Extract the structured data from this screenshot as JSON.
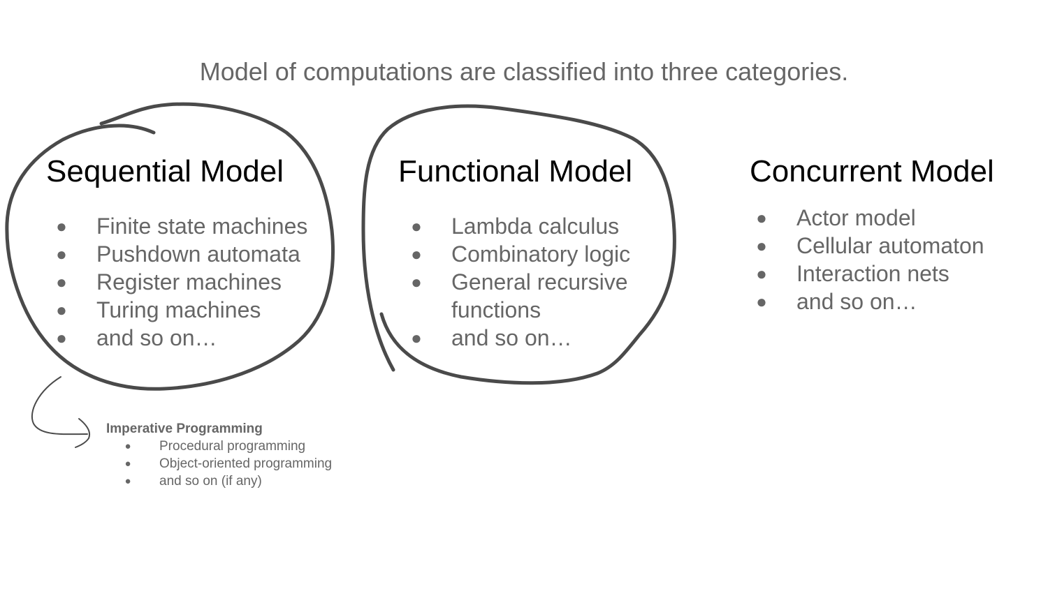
{
  "title": "Model of computations are classified into three categories.",
  "bullet_glyph": "●",
  "models": [
    {
      "heading": "Sequential Model",
      "items": [
        "Finite state machines",
        "Pushdown automata",
        "Register machines",
        "Turing machines",
        "and so on…"
      ]
    },
    {
      "heading": "Functional Model",
      "items": [
        "Lambda calculus",
        "Combinatory logic",
        "General recursive functions",
        "and so on…"
      ]
    },
    {
      "heading": "Concurrent Model",
      "items": [
        "Actor model",
        "Cellular automaton",
        "Interaction nets",
        "and so on…"
      ]
    }
  ],
  "note": {
    "heading": "Imperative Programming",
    "items": [
      "Procedural programming",
      "Object-oriented programming",
      "and so on (if any)"
    ]
  },
  "colors": {
    "title": "#666666",
    "heading": "#000000",
    "body_text": "#666666",
    "sketch_stroke": "#4a4a4a",
    "background": "#ffffff"
  }
}
